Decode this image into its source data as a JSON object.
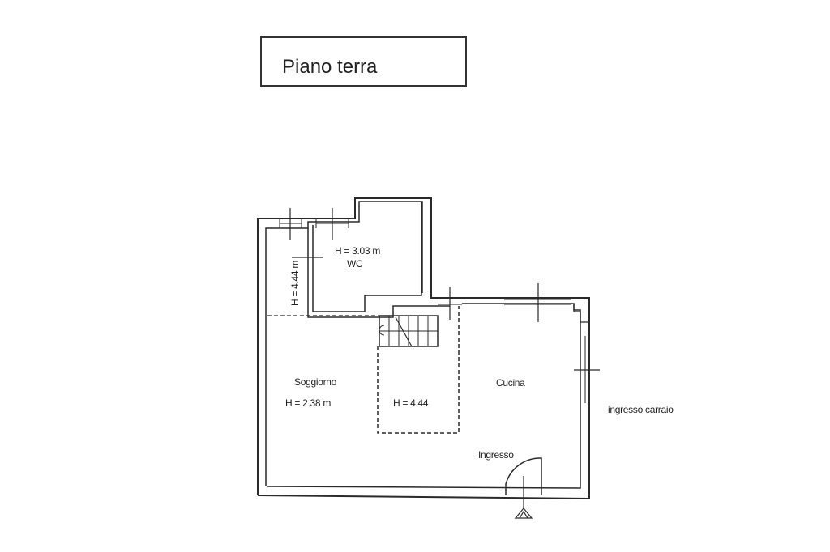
{
  "title": "Piano terra",
  "rooms": {
    "wc": {
      "name": "WC",
      "height": "H = 3.03 m"
    },
    "loft": {
      "height": "H = 4.44 m"
    },
    "soggiorno": {
      "name": "Soggiorno",
      "height": "H = 2.38 m"
    },
    "stair_area": {
      "height": "H = 4.44"
    },
    "cucina": {
      "name": "Cucina"
    }
  },
  "labels": {
    "ingresso": "Ingresso",
    "ingresso_carraio": "ingresso carraio"
  },
  "colors": {
    "line": "#2a2a2a",
    "background": "#ffffff"
  }
}
